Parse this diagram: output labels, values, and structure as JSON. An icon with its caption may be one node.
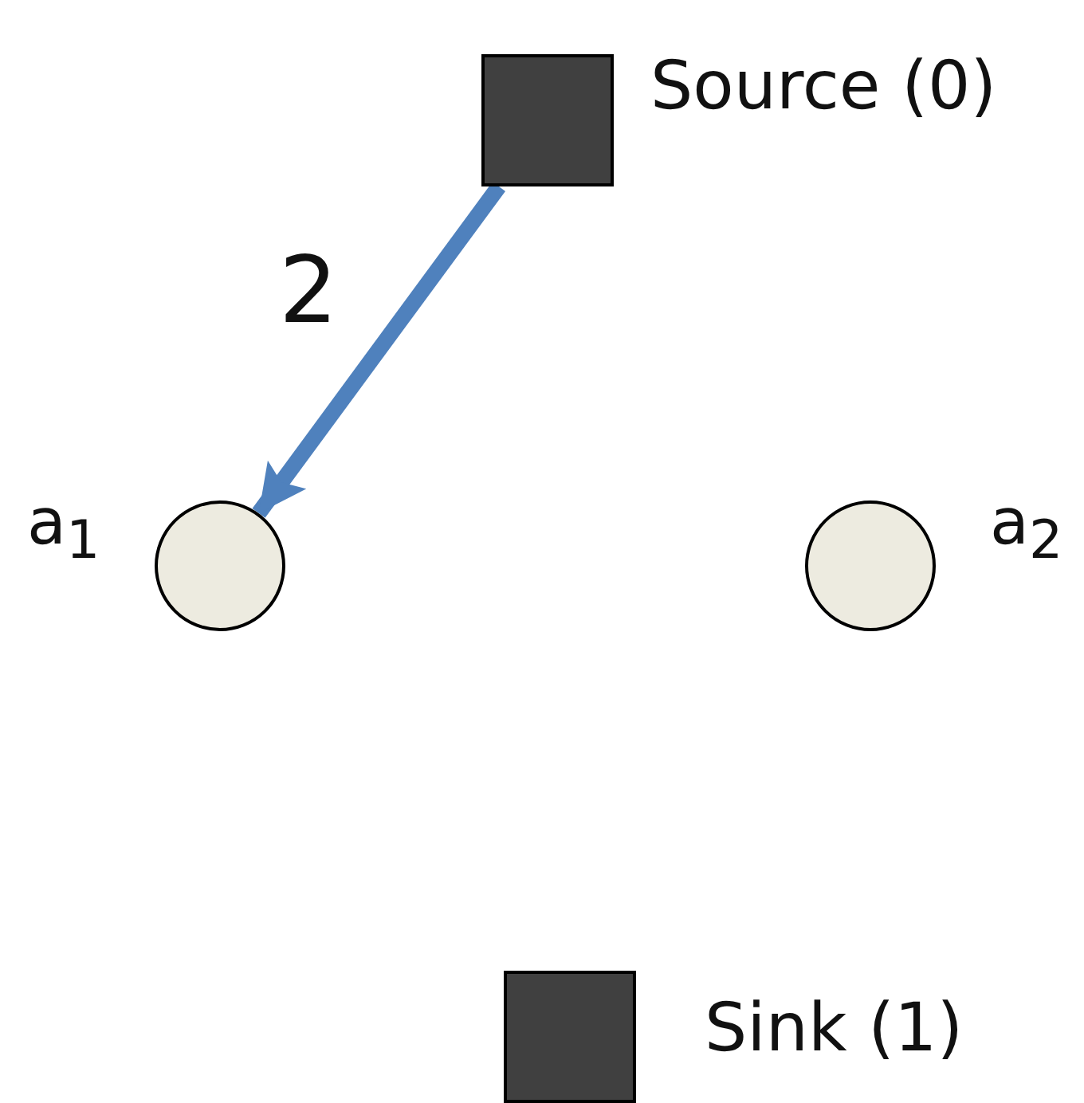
{
  "diagram": {
    "nodes": [
      {
        "text": [],
        "shape": "box",
        "beside": [
          "Source (0)"
        ]
      },
      {
        "text": [],
        "shape": "circle",
        "beside": [
          "a$_{1}$"
        ]
      },
      {
        "text": [],
        "shape": "circle",
        "beside": [
          "a$_{2}$"
        ]
      },
      {
        "text": [],
        "shape": "box",
        "beside": [
          "Sink (1)"
        ]
      }
    ],
    "edges": [
      {
        "from": 0,
        "to": 1,
        "arrow": "to",
        "label": "2",
        "color": "#4f81bd"
      }
    ]
  }
}
